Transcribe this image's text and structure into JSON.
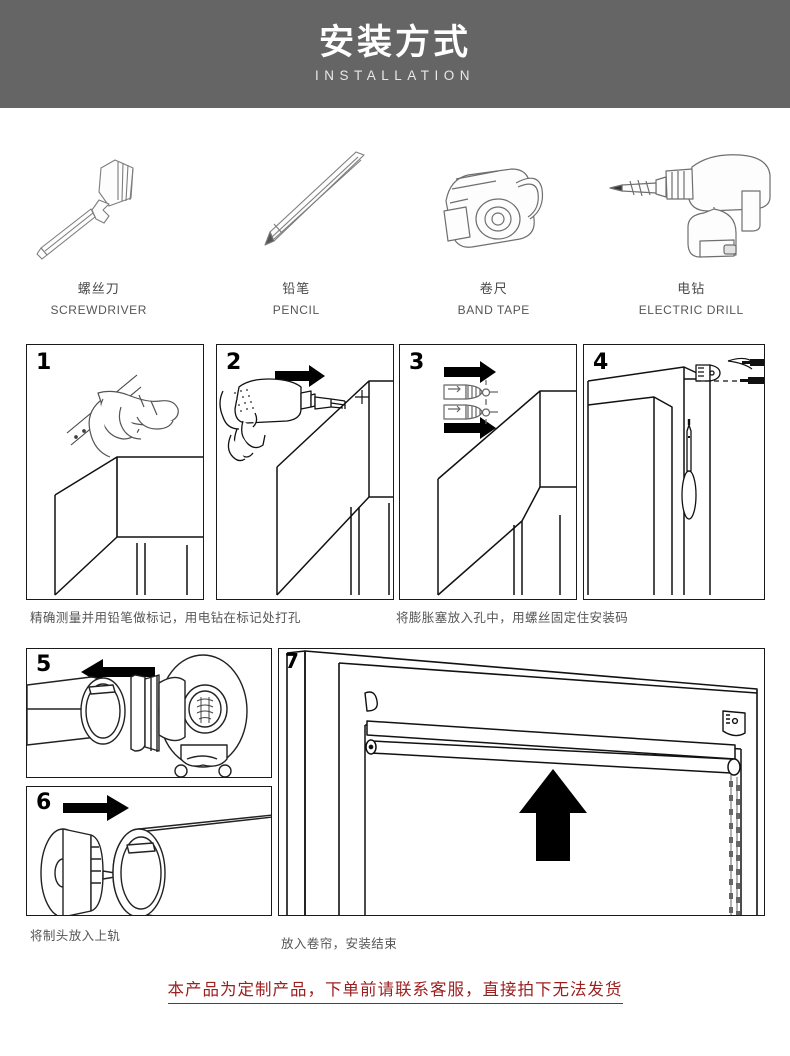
{
  "header": {
    "title_cn": "安装方式",
    "title_en": "INSTALLATION",
    "background_color": "#656565",
    "title_color": "#ffffff"
  },
  "tools": [
    {
      "icon": "screwdriver-icon",
      "label_cn": "螺丝刀",
      "label_en": "SCREWDRIVER"
    },
    {
      "icon": "pencil-icon",
      "label_cn": "铅笔",
      "label_en": "PENCIL"
    },
    {
      "icon": "tape-measure-icon",
      "label_cn": "卷尺",
      "label_en": "BAND TAPE"
    },
    {
      "icon": "electric-drill-icon",
      "label_cn": "电钻",
      "label_en": "ELECTRIC DRILL"
    }
  ],
  "steps": [
    {
      "number": "1",
      "scene": "hand marking wall corner with pencil along a straightedge"
    },
    {
      "number": "2",
      "scene": "hand holding electric drill pointing right at marked cross on wall"
    },
    {
      "number": "3",
      "scene": "two wall anchors inserted into drilled holes, arrows pointing right"
    },
    {
      "number": "4",
      "scene": "door frame with mounting bracket, screws and screwdriver"
    },
    {
      "number": "5",
      "scene": "control head with chain inserted into roller tube, arrow pointing left"
    },
    {
      "number": "6",
      "scene": "idle end plug inserted into roller tube, arrow pointing right"
    },
    {
      "number": "7",
      "scene": "finished roller blind mounted in window frame, arrow pointing up"
    }
  ],
  "captions": {
    "row1_left": "精确测量并用铅笔做标记，用电钻在标记处打孔",
    "row1_right": "将膨胀塞放入孔中，用螺丝固定住安装码",
    "row2_left": "将制头放入上轨",
    "row2_right": "放入卷帘，安装结束"
  },
  "footer": {
    "note": "本产品为定制产品，下单前请联系客服，直接拍下无法发货",
    "note_color": "#9c1f1f"
  }
}
